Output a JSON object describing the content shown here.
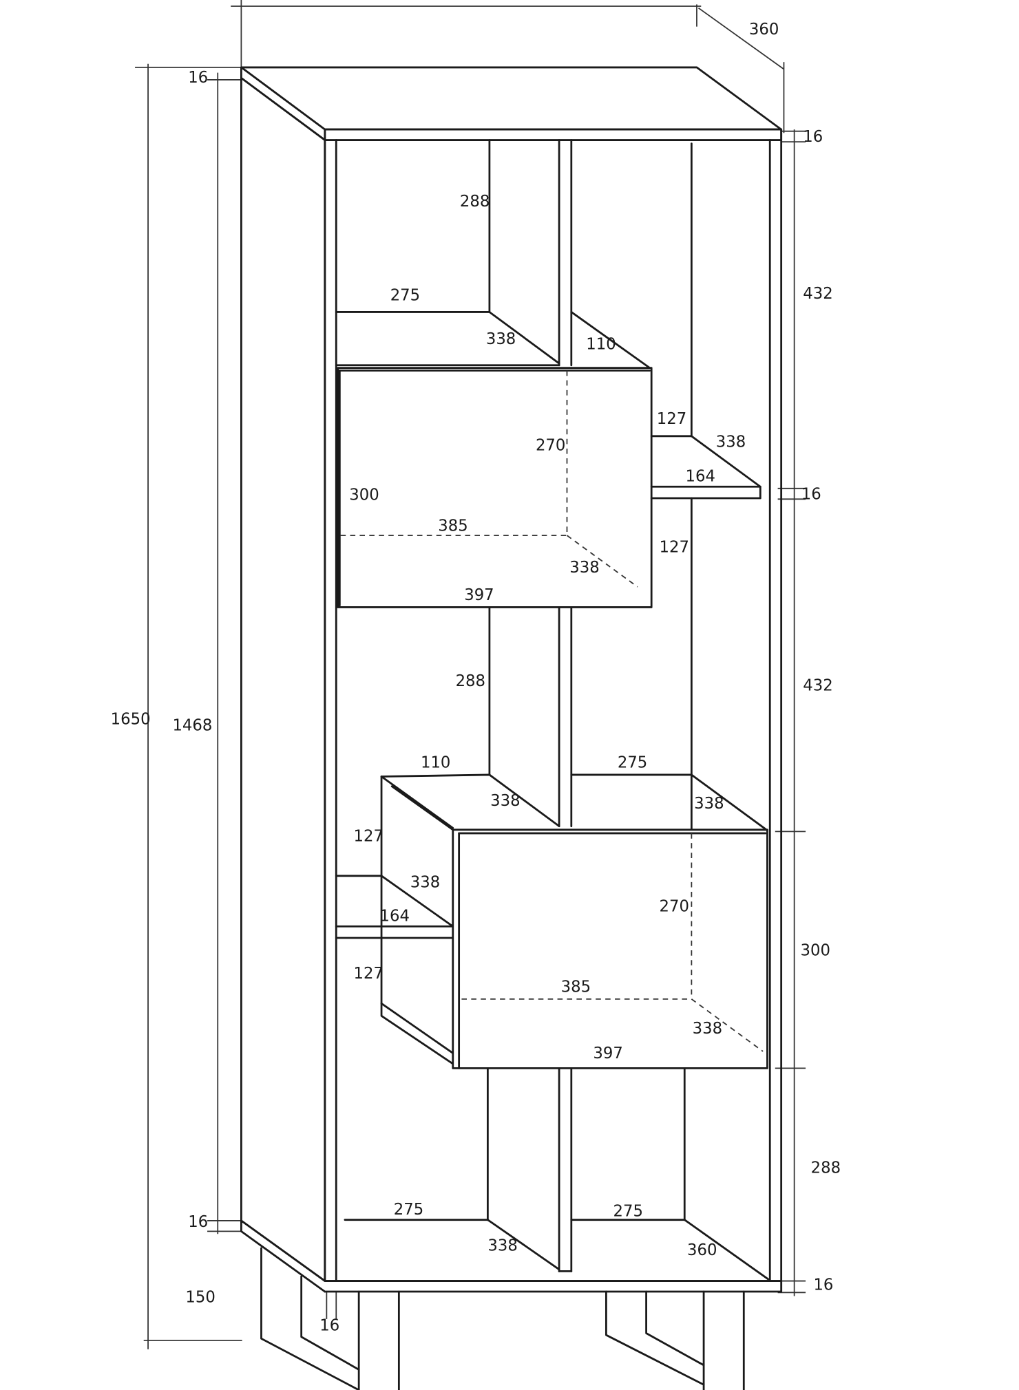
{
  "dimensions": {
    "top_depth": "360",
    "top_board": "16",
    "overall_height": "1650",
    "carcass_height": "1468",
    "left_top_board": "16",
    "left_bottom_board": "16",
    "leg_height": "150",
    "leg_thickness": "16",
    "right_upper_section": "432",
    "right_middle_section": "432",
    "right_shelf_thickness": "16",
    "right_lower_box": "300",
    "right_bottom_section": "288",
    "right_bottom_board": "16"
  },
  "upper_compartment": {
    "left_divider_height": "288",
    "left_shelf_width": "275",
    "left_shelf_depth": "338",
    "right_shelf_width": "110"
  },
  "upper_box": {
    "right_upper_height": "127",
    "side_shelf_depth": "338",
    "side_shelf_width": "164",
    "inner_height": "270",
    "outer_height": "300",
    "inner_width": "385",
    "inner_depth": "338",
    "right_lower_height": "127",
    "outer_width": "397"
  },
  "middle_compartment": {
    "divider_height": "288",
    "left_shelf_width": "110",
    "left_shelf_depth": "338",
    "right_shelf_width": "275",
    "right_shelf_depth": "338"
  },
  "lower_box": {
    "side_upper_height": "127",
    "side_shelf_depth": "338",
    "side_shelf_width": "164",
    "side_lower_height": "127",
    "inner_height": "270",
    "inner_width": "385",
    "inner_depth": "338",
    "outer_width": "397"
  },
  "bottom_compartment": {
    "left_shelf_width": "275",
    "left_shelf_depth": "338",
    "right_shelf_width": "275",
    "right_shelf_depth": "360"
  }
}
